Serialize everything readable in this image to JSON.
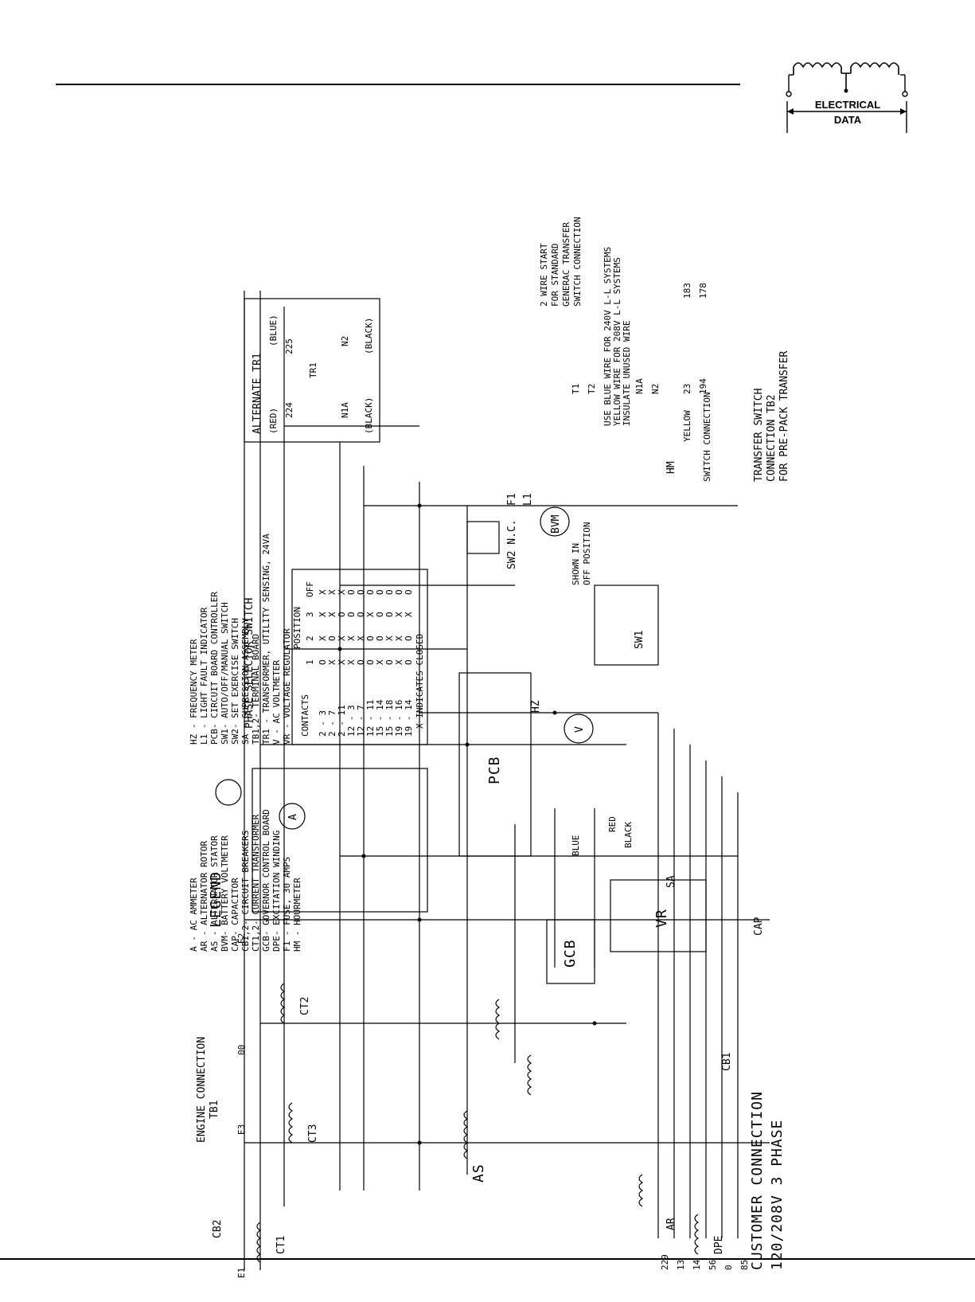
{
  "header": {
    "logo_line1": "ELECTRICAL",
    "logo_line2": "DATA"
  },
  "diagram": {
    "title_line1": "CUSTOMER CONNECTION",
    "title_line2": "120/208V 3 PHASE",
    "engine_connection": "ENGINE CONNECTION",
    "engine_tb": "TB1",
    "engine_terminals": [
      "229",
      "13",
      "14",
      "56",
      "0",
      "85"
    ],
    "transfer_title_1": "TRANSFER SWITCH",
    "transfer_title_2": "CONNECTION TB2",
    "transfer_title_3": "FOR PRE-PACK TRANSFER",
    "transfer_title_4": "SWITCH CONNECTION",
    "transfer_terminals": [
      "T1",
      "T2",
      "N1A",
      "N2",
      "23",
      "194"
    ],
    "two_wire_1": "2 WIRE START",
    "two_wire_2": "FOR STANDARD",
    "two_wire_3": "GENERAC TRANSFER",
    "two_wire_4": "SWITCH CONNECTION",
    "two_wire_terms": [
      "183",
      "178"
    ],
    "blue_note_1": "USE BLUE WIRE FOR 240V L-L SYSTEMS",
    "blue_note_2": "YELLOW WIRE FOR 208V L-L SYSTEMS",
    "blue_note_3": "INSULATE UNUSED WIRE",
    "alternate_title": "ALTERNATE TR1",
    "alternate_labels": [
      "(RED)",
      "(BLUE)",
      "224",
      "225",
      "TR1",
      "N1A",
      "N2",
      "(BLACK)",
      "(BLACK)"
    ],
    "sw1": "SW1",
    "sw2": "SW2 N.C.",
    "sw_shown_1": "SHOWN IN",
    "sw_shown_2": "OFF POSITION",
    "pcb": "PCB",
    "vr": "VR",
    "gcb": "GCB",
    "hm": "HM",
    "bvm": "BVM",
    "sa": "SA",
    "cap": "CAP",
    "hz": "HZ",
    "ar": "AR",
    "as": "AS",
    "dpe": "DPE",
    "cb1": "CB1",
    "cb2": "CB2",
    "ct1": "CT1",
    "ct2": "CT2",
    "ct3": "CT3",
    "f1": "F1",
    "l1": "L1",
    "v_meter": "V",
    "a_meter": "A",
    "e_terms": [
      "E1",
      "E2",
      "E3",
      "00"
    ],
    "wire_colors": [
      "RED",
      "BLACK",
      "BLUE",
      "YELLOW"
    ],
    "phase_selector": "PHASE SELECTOR SWITCH",
    "phase_table": {
      "header_contacts": "CONTACTS",
      "header_position": "POSITION",
      "positions": [
        "1",
        "2",
        "3",
        "OFF"
      ],
      "rows": [
        {
          "contacts": "2 - 3",
          "values": [
            "O",
            "X",
            "X",
            "X"
          ]
        },
        {
          "contacts": "2 - 7",
          "values": [
            "X",
            "O",
            "X",
            "X"
          ]
        },
        {
          "contacts": "2 - 11",
          "values": [
            "X",
            "X",
            "O",
            "X"
          ]
        },
        {
          "contacts": "12 - 3",
          "values": [
            "X",
            "X",
            "O",
            "O"
          ]
        },
        {
          "contacts": "12 - 7",
          "values": [
            "O",
            "X",
            "O",
            "O"
          ]
        },
        {
          "contacts": "12 - 11",
          "values": [
            "O",
            "O",
            "X",
            "O"
          ]
        },
        {
          "contacts": "15 - 14",
          "values": [
            "X",
            "O",
            "O",
            "O"
          ]
        },
        {
          "contacts": "15 - 18",
          "values": [
            "O",
            "X",
            "O",
            "O"
          ]
        },
        {
          "contacts": "19 - 16",
          "values": [
            "X",
            "X",
            "X",
            "O"
          ]
        },
        {
          "contacts": "19 - 14",
          "values": [
            "O",
            "O",
            "X",
            "O"
          ]
        }
      ],
      "footnote": "X INDICATES CLOSED"
    },
    "legend_title": "LEGEND",
    "legend_left": [
      "A  -  AC AMMETER",
      "AR  -  ALTERNATOR ROTOR",
      "AS  -  ALTERNATOR STATOR",
      "BVM-  BATTERY VOLTMETER",
      "CAP-  CAPACITOR",
      "CB1,2-  CIRCUIT BREAKERS",
      "CT1,2-  CURRENT TRANSFORMER",
      "GCB-  GOVERNOR CONTROL BOARD",
      "DPE-  EXCITATION WINDING",
      "F1  -  FUSE, 30 AMPS",
      "HM  -  HOURMETER"
    ],
    "legend_right": [
      "HZ  -  FREQUENCY METER",
      "L1  -  LIGHT FAULT INDICATOR",
      "PCB-  CIRCUIT BOARD CONTROLLER",
      "SW1-  AUTO/OFF/MANUAL SWITCH",
      "SW2-  SET EXERCISE SWITCH",
      "SA  -  SUPRESSION ASSEMBLY",
      "TB1,2-  TERMINAL BOARD",
      "TR1  -  TRANSFORMER, UTILITY SENSING, 24VA",
      "V  -  AC VOLTMETER",
      "VR  -  VOLTAGE REGULATOR"
    ]
  }
}
